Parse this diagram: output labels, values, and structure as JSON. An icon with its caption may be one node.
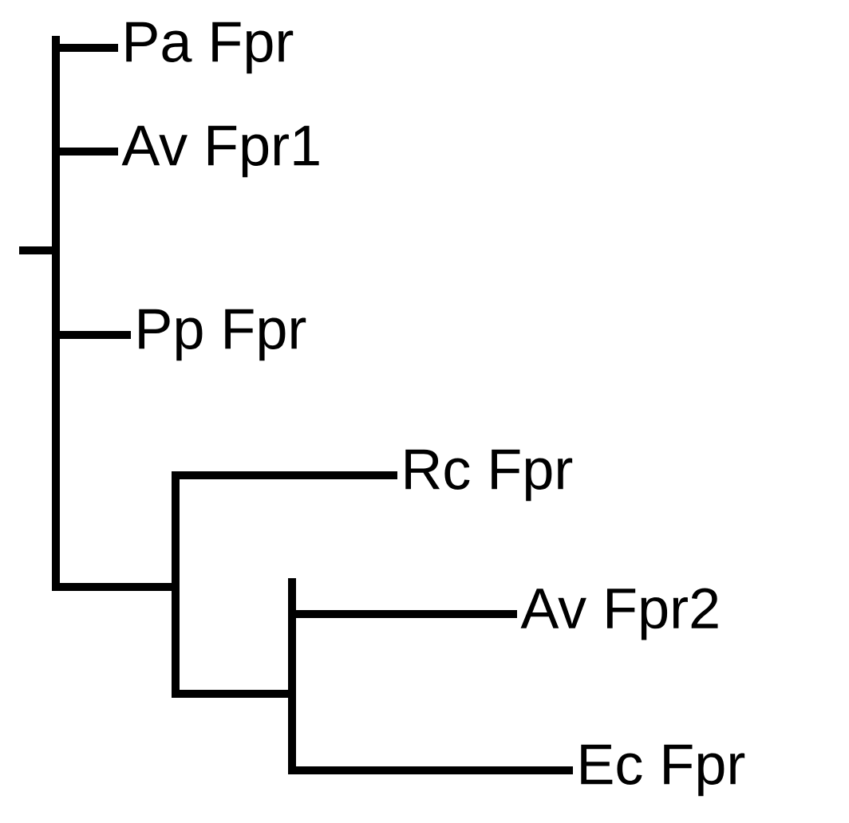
{
  "diagram": {
    "nodes": [
      {
        "text": [],
        "shape": "bar"
      },
      {
        "text": [
          "Pa Fpr"
        ]
      },
      {
        "text": [
          "Av Fpr1"
        ]
      },
      {
        "text": [
          "Pp Fpr"
        ]
      },
      {
        "text": [],
        "shape": "bar"
      },
      {
        "text": [
          "Rc Fpr"
        ]
      },
      {
        "text": [],
        "shape": "bar"
      },
      {
        "text": [
          "Av Fpr2"
        ]
      },
      {
        "text": [
          "Ec Fpr"
        ]
      }
    ],
    "edges": [
      {
        "from": null,
        "to": 0,
        "arrow": "none"
      },
      {
        "from": 0,
        "to": 1,
        "arrow": "none"
      },
      {
        "from": 0,
        "to": 2,
        "arrow": "none"
      },
      {
        "from": 0,
        "to": 3,
        "arrow": "none"
      },
      {
        "from": 0,
        "to": 4,
        "arrow": "none"
      },
      {
        "from": 4,
        "to": 5,
        "arrow": "none"
      },
      {
        "from": 4,
        "to": 6,
        "arrow": "none"
      },
      {
        "from": 6,
        "to": 7,
        "arrow": "none"
      },
      {
        "from": 6,
        "to": 8,
        "arrow": "none"
      }
    ]
  }
}
